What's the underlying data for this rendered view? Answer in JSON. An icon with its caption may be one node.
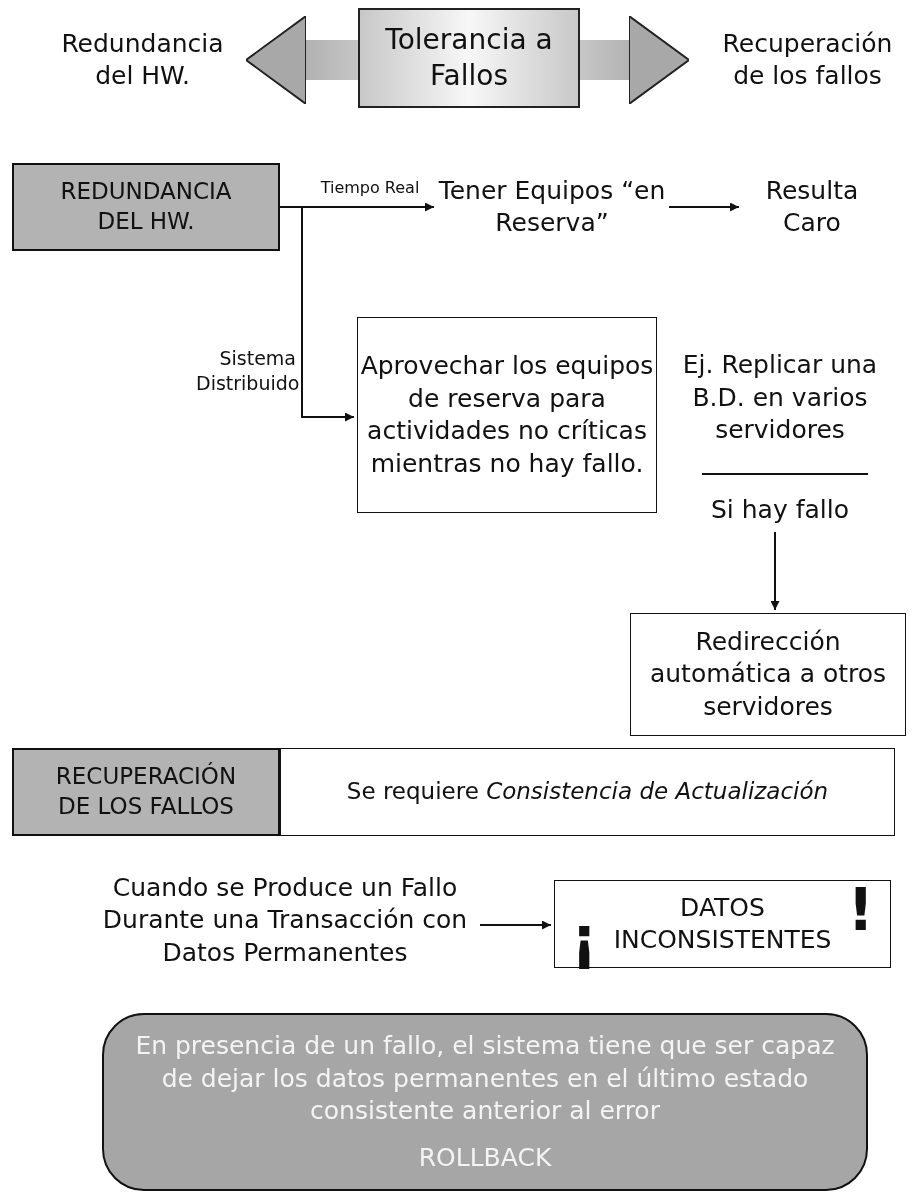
{
  "diagram": {
    "nodes": [
      {
        "text": [
          "Redundancia del HW."
        ]
      },
      {
        "text": [
          "Tolerancia a Fallos"
        ]
      },
      {
        "text": [
          "Recuperación de los fallos"
        ]
      },
      {
        "text": [
          "REDUNDANCIA DEL HW."
        ]
      },
      {
        "text": [
          "Tener Equipos “en Reserva”"
        ]
      },
      {
        "text": [
          "Resulta Caro"
        ]
      },
      {
        "text": [
          "Aprovechar los equipos de reserva para actividades no críticas mientras no hay fallo."
        ]
      },
      {
        "text": [
          "Ej. Replicar una B.D. en varios servidores"
        ]
      },
      {
        "text": [
          "Si hay fallo"
        ]
      },
      {
        "text": [
          "Redirección automática a otros servidores"
        ]
      },
      {
        "text": [
          "RECUPERACIÓN DE LOS FALLOS"
        ]
      },
      {
        "text": [
          "Se requiere *Consistencia de Actualización*"
        ]
      },
      {
        "text": [
          "Cuando se Produce un Fallo Durante una Transacción con Datos Permanentes"
        ]
      },
      {
        "text": [
          "¡",
          "DATOS INCONSISTENTES",
          "!"
        ]
      },
      {
        "text": [
          "En presencia de un fallo, el sistema tiene que ser capaz de dejar los datos permanentes en el último estado consistente anterior al error",
          "ROLLBACK"
        ]
      }
    ],
    "edges": [
      {
        "from": 1,
        "to": 0,
        "arrow": "to"
      },
      {
        "from": 1,
        "to": 2,
        "arrow": "to"
      },
      {
        "from": 3,
        "to": 4,
        "arrow": "to",
        "label": "Tiempo Real"
      },
      {
        "from": 3,
        "to": 6,
        "arrow": "to",
        "label": "Sistema Distribuido"
      },
      {
        "from": 4,
        "to": 5,
        "arrow": "to"
      },
      {
        "from": 8,
        "to": 9,
        "arrow": "to"
      },
      {
        "from": 12,
        "to": 13,
        "arrow": "to"
      }
    ]
  }
}
